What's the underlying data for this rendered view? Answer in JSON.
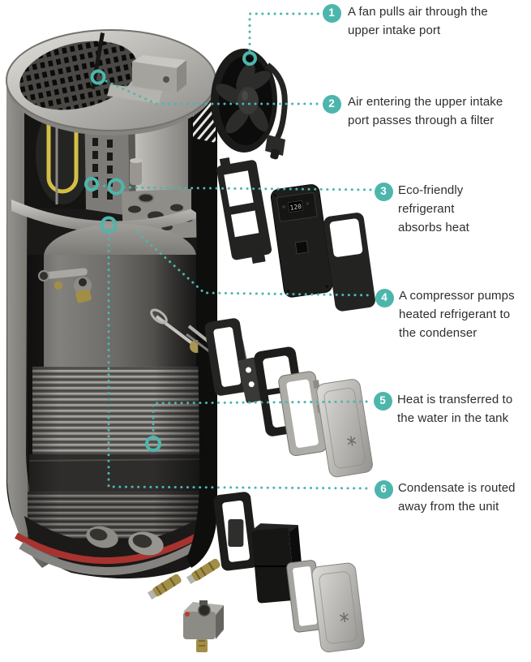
{
  "figure": {
    "subject": "Heat pump water heater exploded-view diagram",
    "accent_color": "#4db6ac",
    "text_color": "#2e2e2e",
    "display_readout": "120",
    "callouts": [
      {
        "number": "1",
        "lines": [
          "A fan pulls air through the",
          "upper intake port"
        ]
      },
      {
        "number": "2",
        "lines": [
          "Air entering the upper intake",
          "port passes through a filter"
        ]
      },
      {
        "number": "3",
        "lines": [
          "Eco-friendly",
          "refrigerant",
          "absorbs heat"
        ]
      },
      {
        "number": "4",
        "lines": [
          "A compressor pumps",
          "heated refrigerant to",
          "the condenser"
        ]
      },
      {
        "number": "5",
        "lines": [
          "Heat is transferred to",
          "the water in the tank"
        ]
      },
      {
        "number": "6",
        "lines": [
          "Condensate is routed",
          "away from the unit"
        ]
      }
    ]
  }
}
